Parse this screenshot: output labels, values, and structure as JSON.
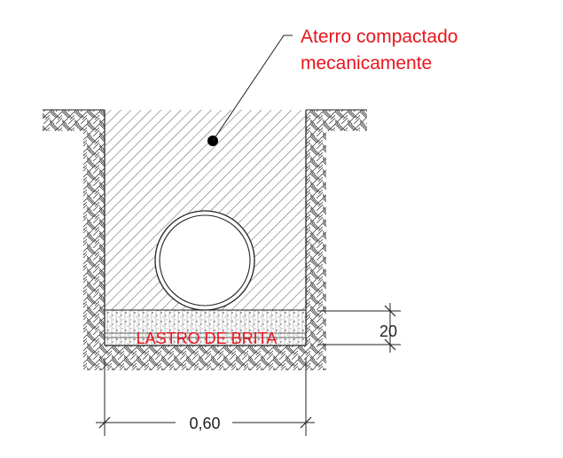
{
  "callout": {
    "line1": "Aterro compactado",
    "line2": "mecanicamente"
  },
  "bed_label": "LASTRO DE BRITA",
  "dimensions": {
    "width_label": "0,60",
    "height_label": "20"
  },
  "colors": {
    "annotation_red": "#e8141c",
    "linework": "#222222"
  }
}
